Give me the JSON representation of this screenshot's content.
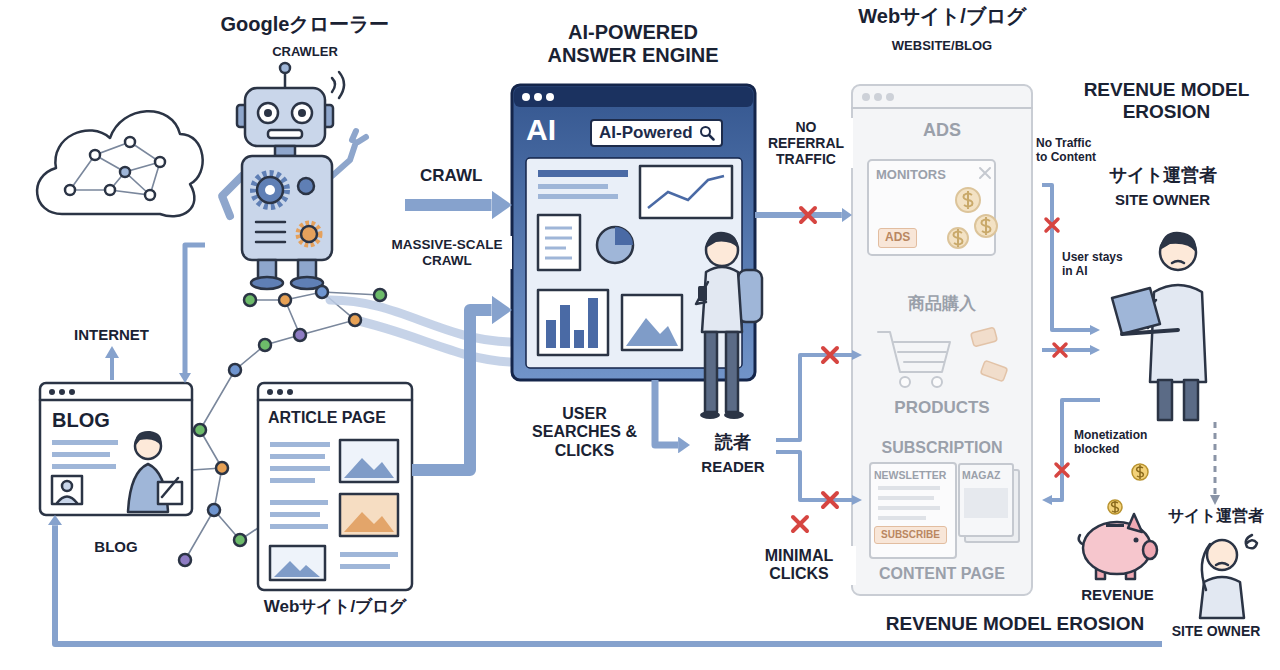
{
  "diagram": {
    "nodes": [
      {
        "text": [
          "Googleクローラー",
          "CRAWLER"
        ]
      },
      {
        "text": [
          "BLOG",
          "BLOG"
        ]
      },
      {
        "text": [
          "ARTICLE PAGE",
          "Webサイト/ブログ"
        ]
      },
      {
        "text": [
          "AI-POWERED ANSWER ENGINE",
          "AI",
          "AI-Powered"
        ]
      },
      {
        "text": [
          "読者",
          "READER"
        ]
      },
      {
        "text": [
          "Webサイト/ブログ",
          "WEBSITE/BLOG",
          "CONTENT PAGE"
        ]
      },
      {
        "text": [
          "ADS",
          "MONITORS",
          "ADS"
        ],
        "in": 5
      },
      {
        "text": [
          "商品購入",
          "PRODUCTS"
        ],
        "in": 5
      },
      {
        "text": [
          "SUBSCRIPTION",
          "NEWSLETTER",
          "MAGAZ",
          "SUBSCRIBE"
        ],
        "in": 5
      },
      {
        "text": [
          "サイト運営者",
          "SITE OWNER"
        ]
      },
      {
        "text": [
          "REVENUE"
        ]
      },
      {
        "text": [
          "サイト運営者",
          "SITE OWNER"
        ]
      }
    ],
    "edges": [
      {
        "from": 0,
        "to": 1,
        "arrow": "to"
      },
      {
        "from": 0,
        "to": 3,
        "label": "CRAWL",
        "arrow": "to"
      },
      {
        "from": 2,
        "to": 3,
        "label": "MASSIVE-SCALE CRAWL",
        "arrow": "to"
      },
      {
        "from": 3,
        "to": 4,
        "label": "USER SEARCHES & CLICKS",
        "arrow": "to"
      },
      {
        "from": 3,
        "to": 5,
        "label": "NO REFERRAL TRAFFIC",
        "arrow": "to"
      },
      {
        "from": 4,
        "to": 7,
        "arrow": "to"
      },
      {
        "from": 4,
        "to": 8,
        "arrow": "to"
      },
      {
        "from": 6,
        "to": 9,
        "label": "No Traffic to Content",
        "arrow": "to"
      },
      {
        "from": 7,
        "to": 9,
        "arrow": "to"
      },
      {
        "from": 9,
        "to": 8,
        "label": "Monetization blocked",
        "arrow": "to"
      },
      {
        "from": 9,
        "to": 11,
        "arrow": "to"
      },
      {
        "from": 11,
        "to": 1,
        "arrow": "to"
      }
    ],
    "labels": [
      "REVENUE MODEL EROSION",
      "INTERNET",
      "User stays in AI",
      "MINIMAL CLICKS",
      "REVENUE MODEL EROSION"
    ]
  }
}
